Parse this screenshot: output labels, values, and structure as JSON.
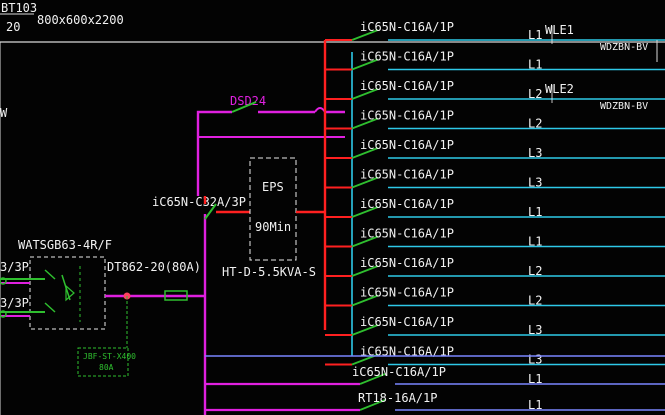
{
  "header": {
    "cabinet_id": "BT103",
    "cabinet_num": "20",
    "cabinet_size": "800x600x2200"
  },
  "left": {
    "w_label": "W",
    "input_label_1": "3/3P",
    "input_label_2": "3/3P",
    "ats_label": "WATSGB63-4R/F",
    "meter_label": "DT862-20(80A)",
    "spd_label_1": "JBF-ST-X400",
    "spd_label_2": "80A"
  },
  "center": {
    "main_breaker": "iC65N-C32A/3P",
    "spd_branch": "DSD24",
    "eps_title": "EPS",
    "eps_duration": "90Min",
    "eps_model": "HT-D-5.5KVA-S"
  },
  "branches": [
    {
      "breaker": "iC65N-C16A/1P",
      "phase": "L1",
      "note": "WLE1",
      "cable": "WDZBN-BV"
    },
    {
      "breaker": "iC65N-C16A/1P",
      "phase": "L1",
      "note": "",
      "cable": ""
    },
    {
      "breaker": "iC65N-C16A/1P",
      "phase": "L2",
      "note": "WLE2",
      "cable": "WDZBN-BV"
    },
    {
      "breaker": "iC65N-C16A/1P",
      "phase": "L2",
      "note": "",
      "cable": ""
    },
    {
      "breaker": "iC65N-C16A/1P",
      "phase": "L3",
      "note": "",
      "cable": ""
    },
    {
      "breaker": "iC65N-C16A/1P",
      "phase": "L3",
      "note": "",
      "cable": ""
    },
    {
      "breaker": "iC65N-C16A/1P",
      "phase": "L1",
      "note": "",
      "cable": ""
    },
    {
      "breaker": "iC65N-C16A/1P",
      "phase": "L1",
      "note": "",
      "cable": ""
    },
    {
      "breaker": "iC65N-C16A/1P",
      "phase": "L2",
      "note": "",
      "cable": ""
    },
    {
      "breaker": "iC65N-C16A/1P",
      "phase": "L2",
      "note": "",
      "cable": ""
    },
    {
      "breaker": "iC65N-C16A/1P",
      "phase": "L3",
      "note": "",
      "cable": ""
    },
    {
      "breaker": "iC65N-C16A/1P",
      "phase": "L3",
      "note": "",
      "cable": ""
    }
  ],
  "bottom_branches": [
    {
      "breaker": "iC65N-C16A/1P",
      "phase": "L1"
    },
    {
      "breaker": "RT18-16A/1P",
      "phase": "L1"
    }
  ],
  "colors": {
    "background": "#030303",
    "feeder_line": "#2ec9e8",
    "eps_bus": "#ff2020",
    "main_bus": "#e020e0",
    "switch": "#2fbf2f",
    "bus_blue": "#7a86ff",
    "text": "#f2f2f2"
  }
}
